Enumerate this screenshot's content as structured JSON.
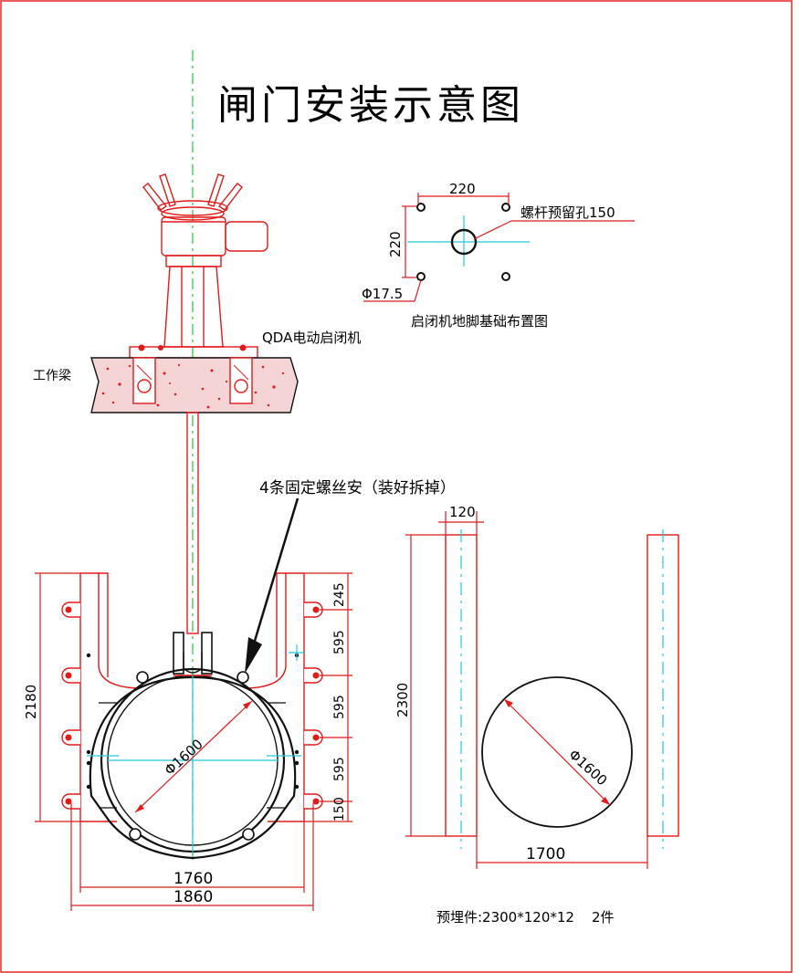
{
  "title": "闸门安装示意图",
  "anchor_layout": {
    "caption": "启闭机地脚基础布置图",
    "dim_horizontal": "220",
    "dim_vertical": "220",
    "hole_label": "螺杆预留孔150",
    "bolt_diameter": "Φ17.5"
  },
  "hoist": {
    "label": "QDA电动启闭机",
    "beam_label": "工作梁"
  },
  "callout": "4条固定螺丝安（装好拆掉）",
  "gate": {
    "dim_height": "2180",
    "dim_segments": [
      "245",
      "595",
      "595",
      "595",
      "150"
    ],
    "diameter": "Φ1600",
    "width_inner": "1760",
    "width_outer": "1860"
  },
  "embedded": {
    "dim_width": "120",
    "dim_height": "2300",
    "diameter": "Φ1600",
    "spacing": "1700",
    "note": "预埋件:2300*120*12    2件"
  },
  "colors": {
    "outline": "#e11a1a",
    "centerline": "#2fbf3f",
    "axis": "#25c8d8",
    "structure": "#111111"
  }
}
